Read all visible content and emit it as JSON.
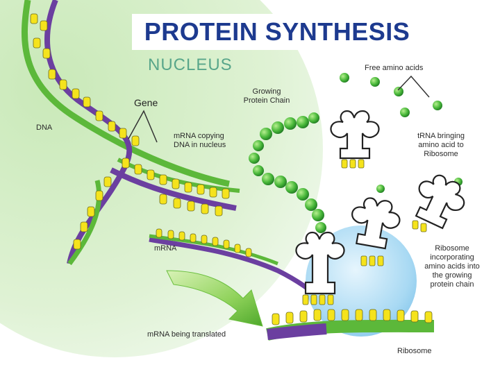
{
  "title": "PROTEIN SYNTHESIS",
  "labels": {
    "nucleus": "NUCLEUS",
    "gene": "Gene",
    "dna": "DNA",
    "mrna_copying_1": "mRNA copying",
    "mrna_copying_2": "DNA in nucleus",
    "growing_1": "Growing",
    "growing_2": "Protein Chain",
    "free_amino": "Free amino acids",
    "trna_1": "tRNA bringing",
    "trna_2": "amino acid to",
    "trna_3": "Ribosome",
    "mrna": "mRNA",
    "ribosome_inc_1": "Ribosome",
    "ribosome_inc_2": "incorporating",
    "ribosome_inc_3": "amino acids into",
    "ribosome_inc_4": "the growing",
    "ribosome_inc_5": "protein chain",
    "mrna_translated": "mRNA being translated",
    "ribosome": "Ribosome"
  },
  "colors": {
    "title": "#1d3a8f",
    "nucleus_fill": "#d9f0cf",
    "strand_purple": "#6b3fa0",
    "strand_green": "#5cb83a",
    "base_yellow": "#f5e31c",
    "amino_green": "#3fb63a",
    "ribosome_blue": "#a9d8f2"
  }
}
